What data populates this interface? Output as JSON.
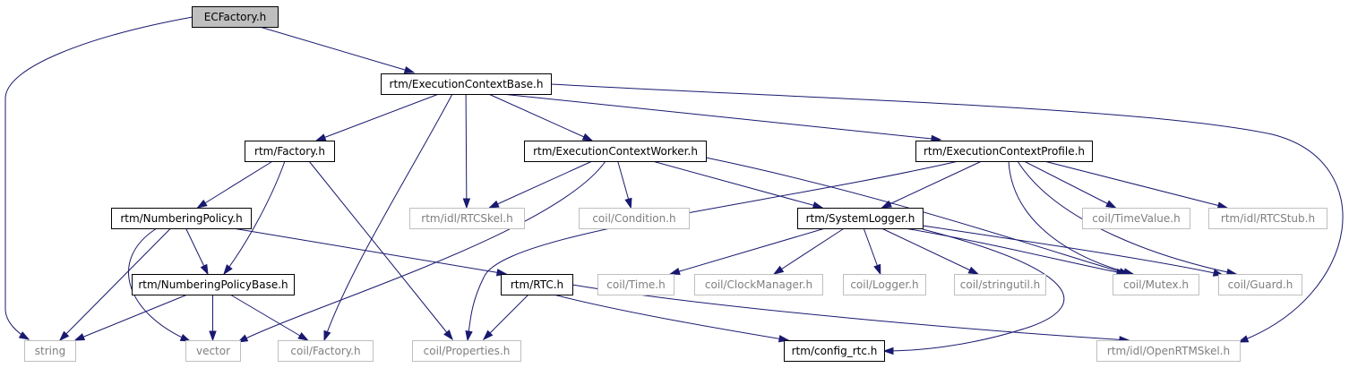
{
  "colors": {
    "edge": "#191970",
    "root_fill": "#bfbfbf",
    "node_fill": "#ffffff",
    "node_border": "#000000",
    "external_border": "#bfbfbf",
    "external_text": "#7f7f7f"
  },
  "nodes": [
    {
      "id": "ecfactory",
      "label": "ECFactory.h",
      "kind": "root"
    },
    {
      "id": "string",
      "label": "string",
      "kind": "external"
    },
    {
      "id": "ecbase",
      "label": "rtm/ExecutionContextBase.h",
      "kind": "internal"
    },
    {
      "id": "factory",
      "label": "rtm/Factory.h",
      "kind": "internal"
    },
    {
      "id": "ecworker",
      "label": "rtm/ExecutionContextWorker.h",
      "kind": "internal"
    },
    {
      "id": "ecprofile",
      "label": "rtm/ExecutionContextProfile.h",
      "kind": "internal"
    },
    {
      "id": "numpolicy",
      "label": "rtm/NumberingPolicy.h",
      "kind": "internal"
    },
    {
      "id": "rtcskel",
      "label": "rtm/idl/RTCSkel.h",
      "kind": "external"
    },
    {
      "id": "condition",
      "label": "coil/Condition.h",
      "kind": "external"
    },
    {
      "id": "syslogger",
      "label": "rtm/SystemLogger.h",
      "kind": "internal"
    },
    {
      "id": "timevalue",
      "label": "coil/TimeValue.h",
      "kind": "external"
    },
    {
      "id": "rtcstub",
      "label": "rtm/idl/RTCStub.h",
      "kind": "external"
    },
    {
      "id": "numpolicybase",
      "label": "rtm/NumberingPolicyBase.h",
      "kind": "internal"
    },
    {
      "id": "rtc",
      "label": "rtm/RTC.h",
      "kind": "internal"
    },
    {
      "id": "time",
      "label": "coil/Time.h",
      "kind": "external"
    },
    {
      "id": "clockmgr",
      "label": "coil/ClockManager.h",
      "kind": "external"
    },
    {
      "id": "logger",
      "label": "coil/Logger.h",
      "kind": "external"
    },
    {
      "id": "stringutil",
      "label": "coil/stringutil.h",
      "kind": "external"
    },
    {
      "id": "mutex",
      "label": "coil/Mutex.h",
      "kind": "external"
    },
    {
      "id": "guard",
      "label": "coil/Guard.h",
      "kind": "external"
    },
    {
      "id": "vector",
      "label": "vector",
      "kind": "external"
    },
    {
      "id": "coilfactory",
      "label": "coil/Factory.h",
      "kind": "external"
    },
    {
      "id": "properties",
      "label": "coil/Properties.h",
      "kind": "external"
    },
    {
      "id": "configrtc",
      "label": "rtm/config_rtc.h",
      "kind": "internal"
    },
    {
      "id": "openrtmskel",
      "label": "rtm/idl/OpenRTMSkel.h",
      "kind": "external"
    }
  ],
  "edges": [
    {
      "from": "ecfactory",
      "to": "string"
    },
    {
      "from": "ecfactory",
      "to": "ecbase"
    },
    {
      "from": "ecbase",
      "to": "factory"
    },
    {
      "from": "ecbase",
      "to": "coilfactory"
    },
    {
      "from": "ecbase",
      "to": "rtcskel"
    },
    {
      "from": "ecbase",
      "to": "ecworker"
    },
    {
      "from": "ecbase",
      "to": "ecprofile"
    },
    {
      "from": "ecbase",
      "to": "openrtmskel"
    },
    {
      "from": "factory",
      "to": "numpolicy"
    },
    {
      "from": "factory",
      "to": "numpolicybase"
    },
    {
      "from": "factory",
      "to": "properties"
    },
    {
      "from": "numpolicy",
      "to": "numpolicybase"
    },
    {
      "from": "numpolicy",
      "to": "string"
    },
    {
      "from": "numpolicy",
      "to": "vector"
    },
    {
      "from": "numpolicy",
      "to": "rtc"
    },
    {
      "from": "numpolicybase",
      "to": "string"
    },
    {
      "from": "numpolicybase",
      "to": "vector"
    },
    {
      "from": "numpolicybase",
      "to": "coilfactory"
    },
    {
      "from": "ecworker",
      "to": "rtcskel"
    },
    {
      "from": "ecworker",
      "to": "condition"
    },
    {
      "from": "ecworker",
      "to": "syslogger"
    },
    {
      "from": "ecworker",
      "to": "vector"
    },
    {
      "from": "ecworker",
      "to": "mutex"
    },
    {
      "from": "ecprofile",
      "to": "syslogger"
    },
    {
      "from": "ecprofile",
      "to": "properties"
    },
    {
      "from": "ecprofile",
      "to": "timevalue"
    },
    {
      "from": "ecprofile",
      "to": "rtcstub"
    },
    {
      "from": "ecprofile",
      "to": "mutex"
    },
    {
      "from": "ecprofile",
      "to": "guard"
    },
    {
      "from": "syslogger",
      "to": "time"
    },
    {
      "from": "syslogger",
      "to": "clockmgr"
    },
    {
      "from": "syslogger",
      "to": "logger"
    },
    {
      "from": "syslogger",
      "to": "stringutil"
    },
    {
      "from": "syslogger",
      "to": "mutex"
    },
    {
      "from": "syslogger",
      "to": "guard"
    },
    {
      "from": "syslogger",
      "to": "configrtc"
    },
    {
      "from": "rtc",
      "to": "properties"
    },
    {
      "from": "rtc",
      "to": "configrtc"
    },
    {
      "from": "rtc",
      "to": "openrtmskel"
    }
  ]
}
